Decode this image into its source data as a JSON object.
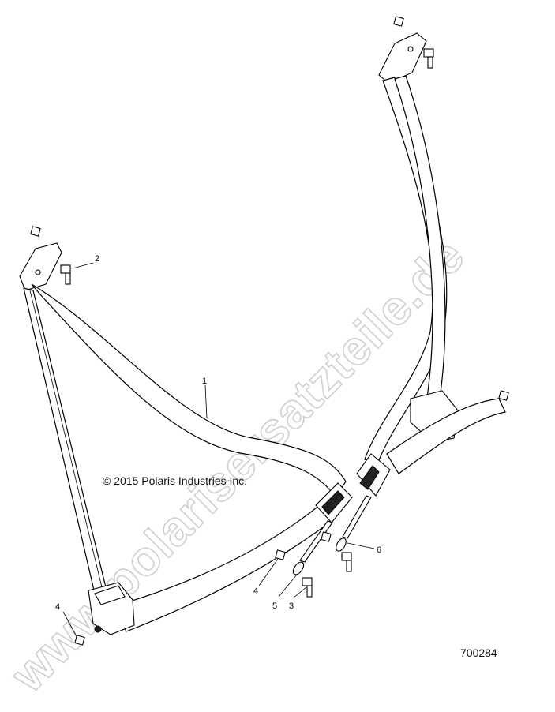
{
  "diagram": {
    "watermark": "www.polarisersatzteile.de",
    "copyright": "© 2015 Polaris Industries Inc.",
    "part_number": "700284",
    "callouts": {
      "c1": "1",
      "c2": "2",
      "c3": "3",
      "c4a": "4",
      "c4b": "4",
      "c5": "5",
      "c6": "6"
    }
  }
}
